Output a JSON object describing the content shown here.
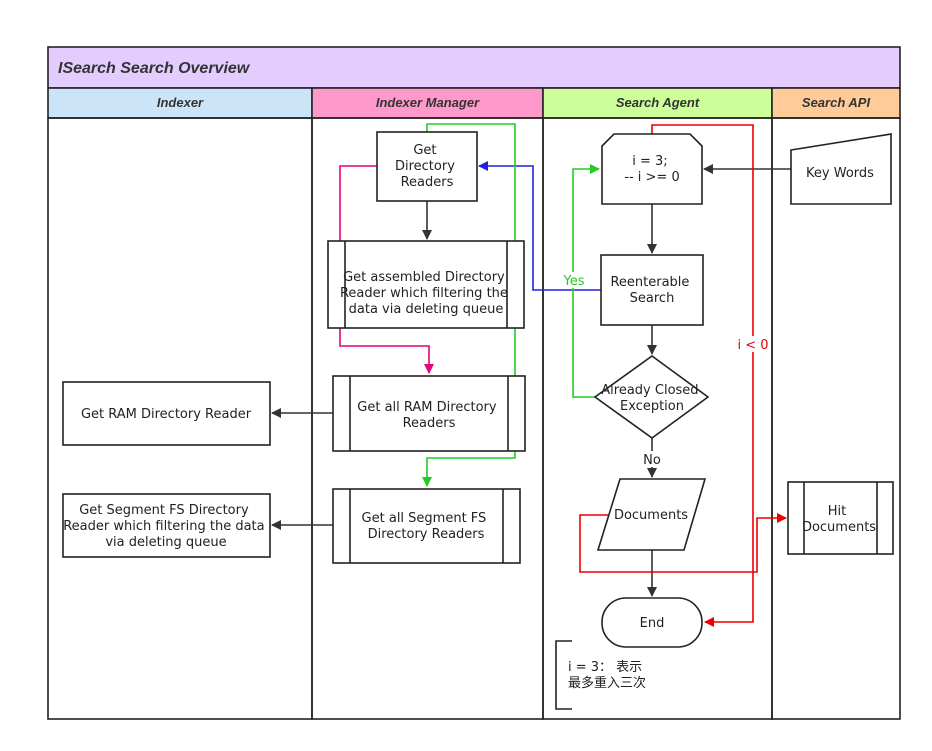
{
  "title": "ISearch Search Overview",
  "lanes": [
    {
      "label": "Indexer",
      "color": "#cce4f7"
    },
    {
      "label": "Indexer Manager",
      "color": "#ff99cc"
    },
    {
      "label": "Search Agent",
      "color": "#ccff99"
    },
    {
      "label": "Search API",
      "color": "#ffcc99"
    }
  ],
  "title_color": "#e5ccff",
  "nodes": {
    "get_dir_readers": [
      "Get",
      "Directory",
      "Readers"
    ],
    "assembled": [
      "Get assembled Directory",
      "Reader which filtering the",
      "data via deleting queue"
    ],
    "all_ram": [
      "Get all RAM Directory",
      "Readers"
    ],
    "all_segment": [
      "Get all Segment FS",
      "Directory Readers"
    ],
    "ram_reader": [
      "Get RAM Directory Reader"
    ],
    "segment_reader": [
      "Get Segment FS Directory",
      "Reader which filtering the data",
      "via deleting queue"
    ],
    "loop": [
      "i = 3;",
      "-- i >= 0"
    ],
    "reenterable": [
      "Reenterable",
      "Search"
    ],
    "closed_exception": [
      "Already Closed",
      "Exception"
    ],
    "documents": [
      "Documents"
    ],
    "end": [
      "End"
    ],
    "key_words": [
      "Key Words"
    ],
    "hit_documents": [
      "Hit",
      "Documents"
    ]
  },
  "edge_labels": {
    "yes": "Yes",
    "no": "No",
    "i_lt_0": "i < 0"
  },
  "note": [
    "i = 3： 表示",
    "最多重入三次"
  ],
  "edge_colors": {
    "black": "#333333",
    "blue": "#2222dd",
    "green": "#22cc22",
    "red": "#ee0000",
    "magenta": "#e6007e"
  }
}
